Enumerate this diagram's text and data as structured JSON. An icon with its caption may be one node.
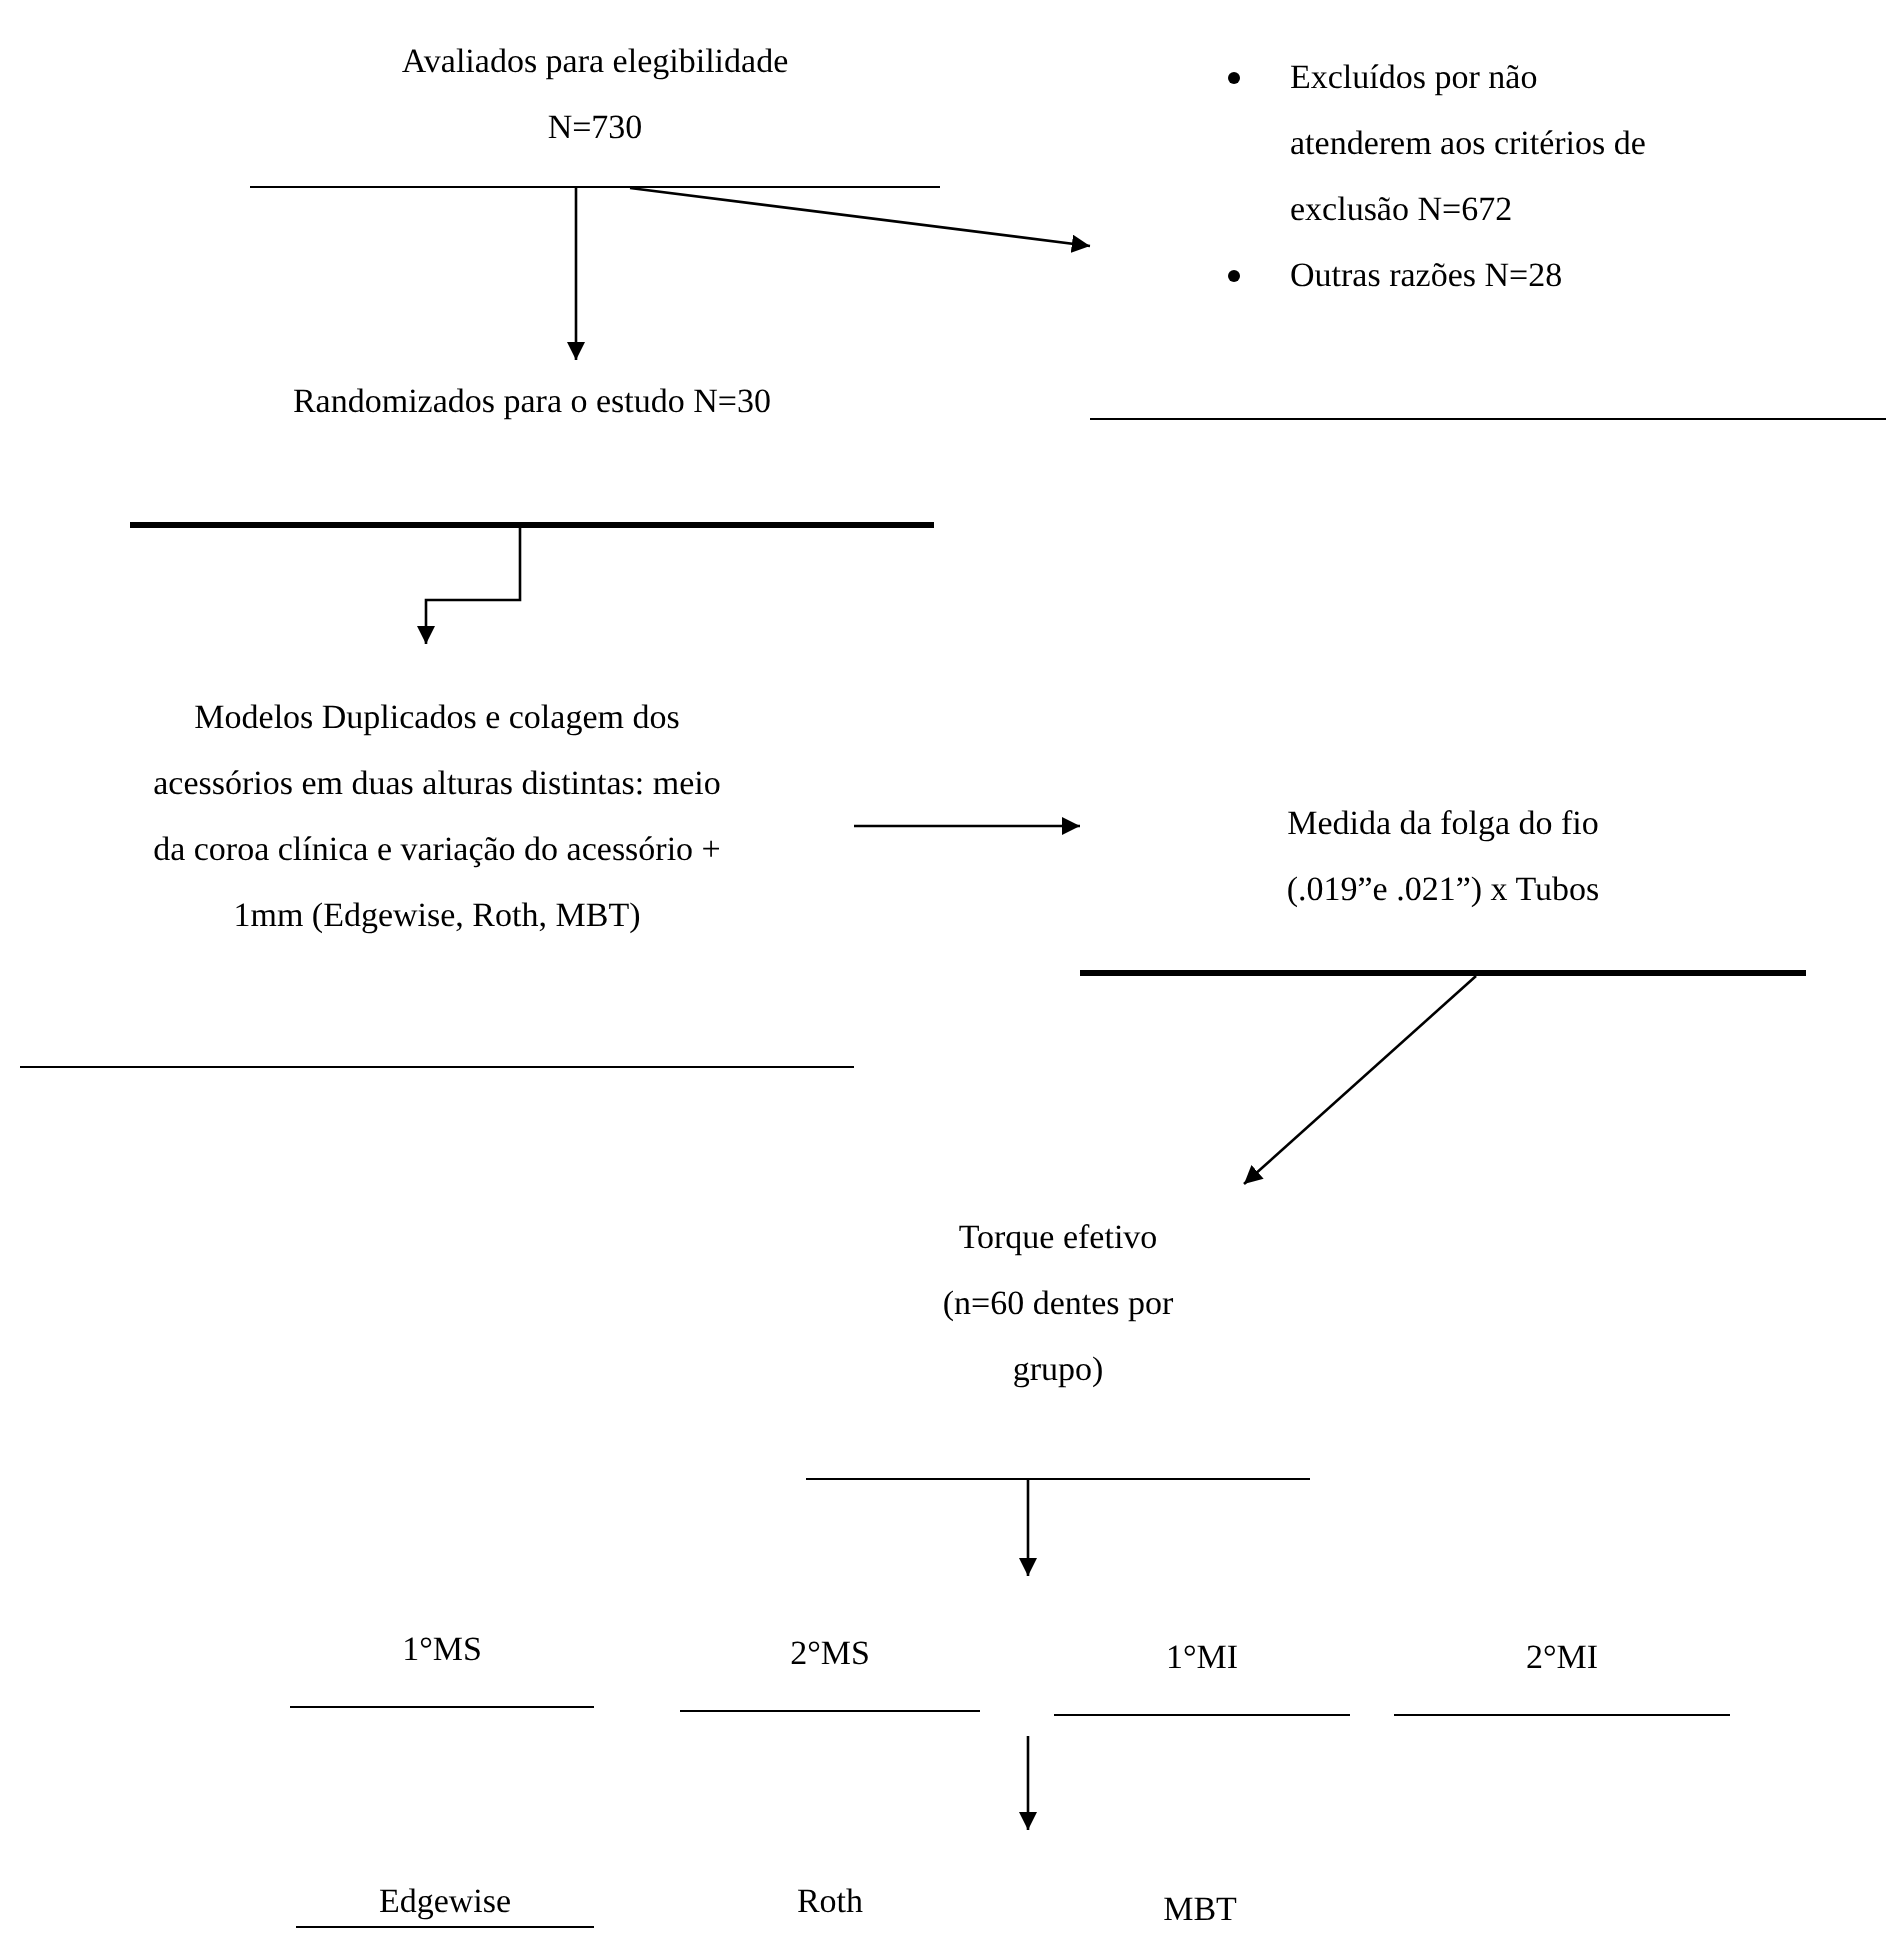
{
  "diagram": {
    "nodes": [
      {
        "text": [
          "Avaliados para elegibilidade N=730"
        ]
      },
      {
        "text": [
          "Excluídos por não atenderem aos critérios de exclusão N=672",
          "Outras razões N=28"
        ]
      },
      {
        "text": [
          "Randomizados para o estudo N=30"
        ]
      },
      {
        "text": [
          "Modelos Duplicados e colagem dos acessórios em duas alturas distintas: meio da coroa clínica e variação do acessório + 1mm (Edgewise, Roth, MBT)"
        ]
      },
      {
        "text": [
          "Medida da folga do fio (.019”e .021”) x Tubos"
        ]
      },
      {
        "text": [
          "Torque efetivo (n=60 dentes por grupo)"
        ]
      },
      {
        "text": [
          "1°MS"
        ]
      },
      {
        "text": [
          "2°MS"
        ]
      },
      {
        "text": [
          "1°MI"
        ]
      },
      {
        "text": [
          "2°MI"
        ]
      },
      {
        "text": [
          "Edgewise"
        ]
      },
      {
        "text": [
          "Roth"
        ]
      },
      {
        "text": [
          "MBT"
        ]
      }
    ],
    "edges": [
      {
        "from": 0,
        "to": 1,
        "arrow": "to"
      },
      {
        "from": 0,
        "to": 2,
        "arrow": "to"
      },
      {
        "from": 2,
        "to": 3,
        "arrow": "to"
      },
      {
        "from": 3,
        "to": 4,
        "arrow": "to"
      },
      {
        "from": 4,
        "to": 5,
        "arrow": "to"
      },
      {
        "from": 5,
        "to": null,
        "arrow": "to"
      }
    ]
  }
}
